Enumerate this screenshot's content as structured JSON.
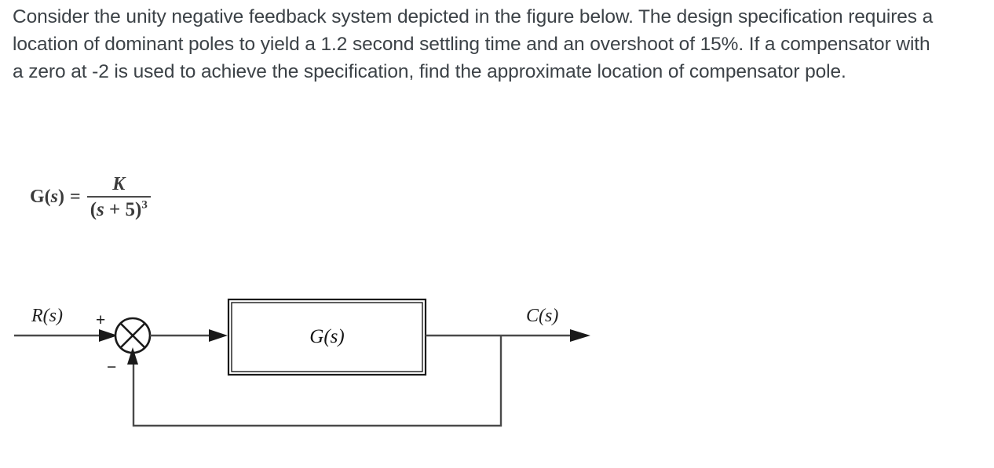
{
  "page": {
    "background": "#ffffff",
    "text_color": "#3c4247"
  },
  "question": {
    "text": "Consider the unity negative feedback system depicted in the figure below. The design specification requires a location of dominant poles to yield a 1.2 second settling time and an overshoot of 15%. If a compensator with a zero at -2 is used to achieve the specification, find the approximate location of compensator pole.",
    "settling_time": "1.2 second",
    "overshoot": "15%",
    "compensator_zero": "-2"
  },
  "equation": {
    "lhs": "G(s)",
    "lhs_function": "G",
    "lhs_var": "s",
    "equals": "=",
    "numerator": "K",
    "denominator_base": "(s + 5)",
    "denominator_exponent": "3",
    "denominator_var": "s",
    "denominator_constant": "5",
    "full": "G(s) = K / (s + 5)^3"
  },
  "diagram": {
    "type": "unity-negative-feedback-block-diagram",
    "input_label": "R(s)",
    "output_label": "C(s)",
    "block_label": "G(s)",
    "summing_plus": "+",
    "summing_minus": "−",
    "feedback": "unity",
    "line_color": "#4a4a4a",
    "stroke_color": "#1a1a1a"
  }
}
